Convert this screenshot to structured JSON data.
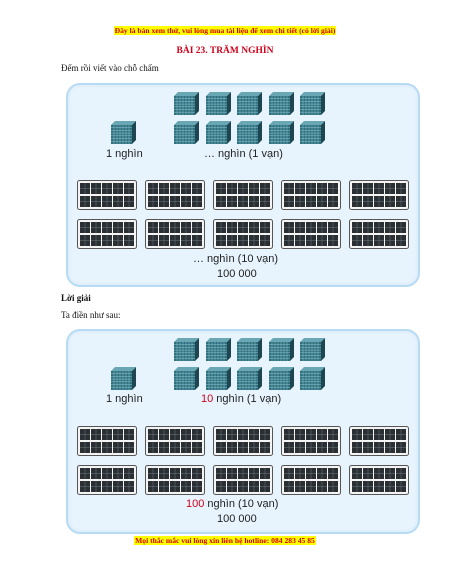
{
  "header": {
    "banner": "Đây là bản xem thử, vui lòng mua tài liệu để xem chi tiết (có lời giải)",
    "title": "BÀI 23. TRĂM NGHÌN"
  },
  "exercise": {
    "instruction": "Đếm rồi viết vào chỗ chấm",
    "label_one_thousand": "1 nghìn",
    "label_ten_thousand": "… nghìn (1 vạn)",
    "label_hundred_thousand": "… nghìn (10 vạn)",
    "number": "100 000"
  },
  "solution": {
    "heading": "Lời giải",
    "intro": "Ta điền như sau:",
    "label_one_thousand": "1 nghìn",
    "answer_ten": "10",
    "label_ten_thousand_rest": " nghìn (1 vạn)",
    "answer_hundred": "100",
    "label_hundred_thousand_rest": " nghìn (10 vạn)",
    "number": "100 000"
  },
  "footer": {
    "banner": "Mọi thắc mắc vui lòng xin liên hệ hotline: 084 283 45 85"
  },
  "colors": {
    "banner_text": "#d40000",
    "banner_bg": "#ffff00",
    "title": "#d0021b",
    "panel_bg": "#e7f3fd",
    "cube": "#2e6f7d"
  }
}
